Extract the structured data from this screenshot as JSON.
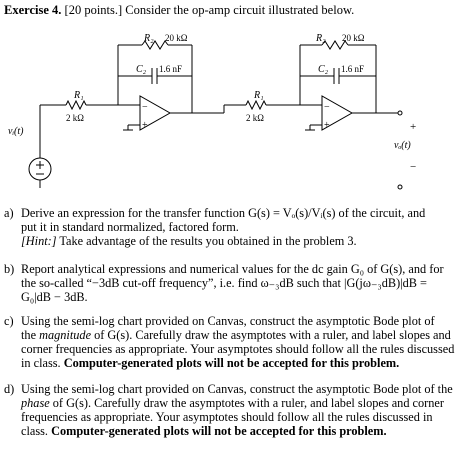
{
  "header": {
    "exercise": "Exercise 4.",
    "points": "[20 points.]",
    "intro": "Consider the op-amp circuit illustrated below."
  },
  "circuit": {
    "R2_left": "R₂",
    "R2_left_value": "20 kΩ",
    "C2_left": "C₂",
    "C2_left_value": "1.6 nF",
    "R1_left": "R₁",
    "R1_left_value": "2 kΩ",
    "R2_right": "R₂",
    "R2_right_value": "20 kΩ",
    "C2_right": "C₂",
    "C2_right_value": "1.6 nF",
    "R1_right": "R₁",
    "R1_right_value": "2 kΩ",
    "vi_label": "vᵢ(t)",
    "vo_label": "vₒ(t)",
    "plus": "+",
    "minus": "−"
  },
  "questions": {
    "a": {
      "label": "a)",
      "line1": "Derive an expression for the transfer function G(s) = Vₒ(s)/Vᵢ(s) of the circuit, and",
      "line2": "put it in standard normalized, factored form.",
      "hint_label": "[Hint:]",
      "hint_text": " Take advantage of the results you obtained in the problem 3."
    },
    "b": {
      "label": "b)",
      "line1": "Report analytical expressions and numerical values for the dc gain G₀ of G(s), and for",
      "line2": "the so-called “−3dB cut-off frequency”, i.e. find ω₋₃dB such that |G(jω₋₃dB)|dB =",
      "line3": "G₀|dB − 3dB."
    },
    "c": {
      "label": "c)",
      "line1_pre": "Using the semi-log chart provided on Canvas, construct the asymptotic Bode plot of",
      "line2_pre": "the ",
      "line2_em": "magnitude",
      "line2_post": " of G(s). Carefully draw the asymptotes with a ruler, and label slopes and",
      "line3": "corner frequencies as appropriate. Your asymptotes should follow all the rules discussed",
      "line4_pre": "in class. ",
      "line4_bold": "Computer-generated plots will not be accepted for this problem."
    },
    "d": {
      "label": "d)",
      "line1": "Using the semi-log chart provided on Canvas, construct the asymptotic Bode plot of the",
      "line2_em": "phase",
      "line2_pre": "",
      "line2_post": " of G(s). Carefully draw the asymptotes with a ruler, and label slopes and corner",
      "line3": "frequencies as appropriate. Your asymptotes should follow all the rules discussed in",
      "line4_pre": "class. ",
      "line4_bold": "Computer-generated plots will not be accepted for this problem."
    }
  }
}
